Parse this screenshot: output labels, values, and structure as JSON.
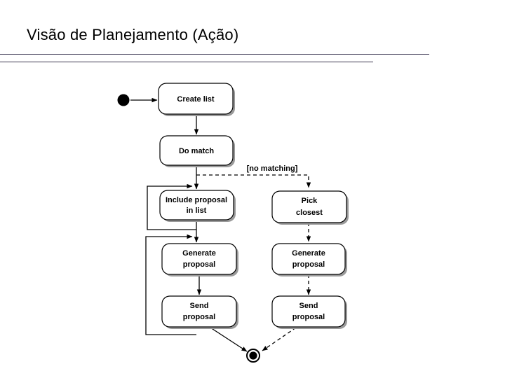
{
  "slide": {
    "title": "Visão de Planejamento (Ação)",
    "rule_color": "#3a3550"
  },
  "diagram": {
    "type": "uml-activity-diagram",
    "start_node": "initial-state",
    "end_node": "final-state",
    "nodes": [
      {
        "id": "create-list",
        "label_line1": "Create list",
        "label_line2": ""
      },
      {
        "id": "do-match",
        "label_line1": "Do match",
        "label_line2": ""
      },
      {
        "id": "include-proposal",
        "label_line1": "Include proposal",
        "label_line2": "in list"
      },
      {
        "id": "pick-closest",
        "label_line1": "Pick",
        "label_line2": "closest"
      },
      {
        "id": "generate-proposal-left",
        "label_line1": "Generate",
        "label_line2": "proposal"
      },
      {
        "id": "send-proposal-left",
        "label_line1": "Send",
        "label_line2": "proposal"
      },
      {
        "id": "generate-proposal-right",
        "label_line1": "Generate",
        "label_line2": "proposal"
      },
      {
        "id": "send-proposal-right",
        "label_line1": "Send",
        "label_line2": "proposal"
      }
    ],
    "guards": [
      {
        "id": "no-matching",
        "label": "[no matching]"
      }
    ]
  }
}
